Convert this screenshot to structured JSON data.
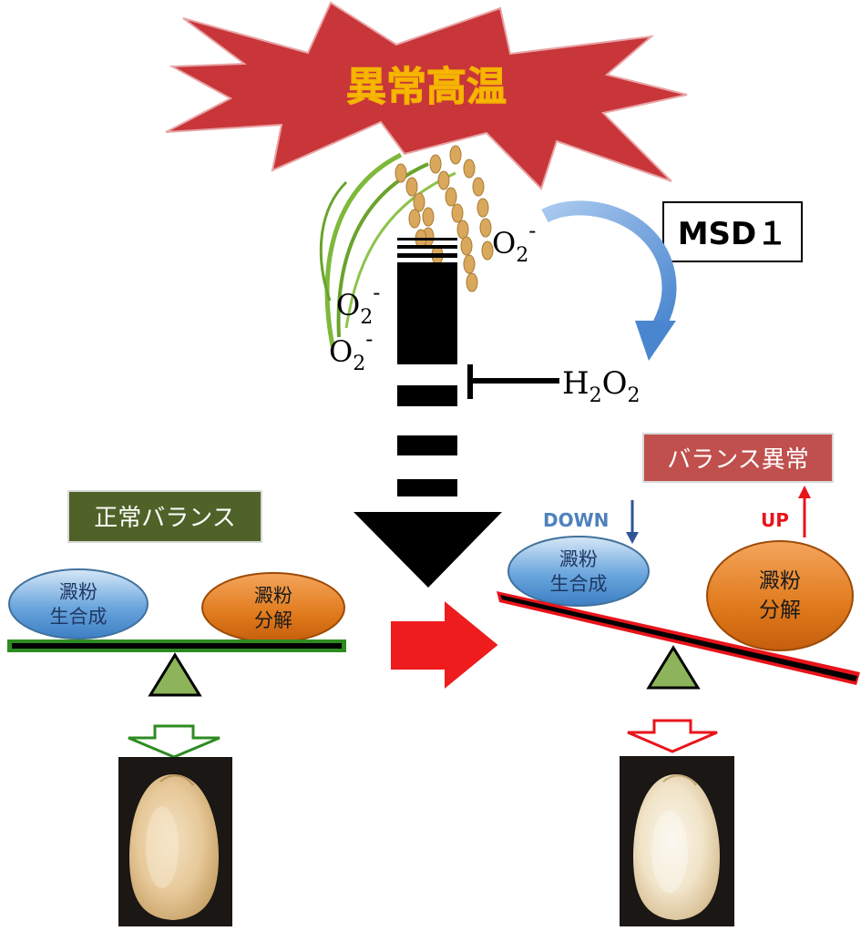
{
  "title_burst": {
    "label": "異常高温",
    "fill": "#c8363a",
    "text_color": "#ffc000"
  },
  "msd": {
    "label": "MSD１"
  },
  "radicals": {
    "o2_base": "O",
    "o2_sub": "2",
    "o2_charge": "-",
    "h2o2_h": "H",
    "h2o2_sub1": "2",
    "h2o2_o": "O",
    "h2o2_sub2": "2"
  },
  "left_panel": {
    "badge": "正常バランス",
    "badge_color": "#4f6228",
    "synthesis_line1": "澱粉",
    "synthesis_line2": "生合成",
    "degradation_line1": "澱粉",
    "degradation_line2": "分解",
    "beam_color": "#2e8b22",
    "arrow_color": "#2e8b22"
  },
  "right_panel": {
    "badge": "バランス異常",
    "badge_color": "#c0504d",
    "down_label": "DOWN",
    "up_label": "UP",
    "synthesis_line1": "澱粉",
    "synthesis_line2": "生合成",
    "degradation_line1": "澱粉",
    "degradation_line2": "分解",
    "beam_color": "#e8141b",
    "arrow_color": "#e8141b"
  },
  "colors": {
    "synthesis_oval": "#5b9bd5",
    "degradation_oval": "#e46c0a",
    "fulcrum": "#8db45a",
    "transition_arrow": "#ee1c1c"
  }
}
